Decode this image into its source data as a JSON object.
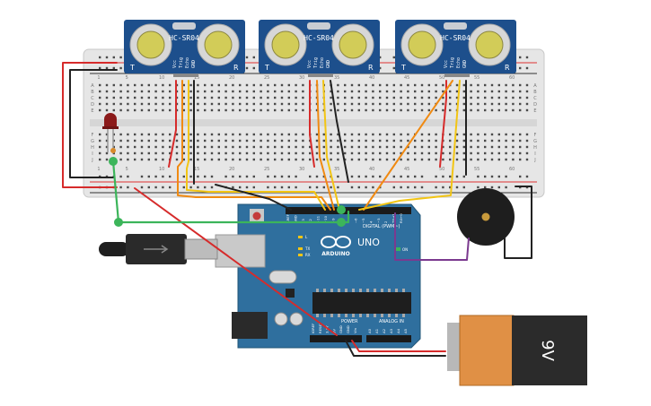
{
  "sensors": [
    {
      "model": "HC-SR04",
      "pins": [
        "Vcc",
        "Trig",
        "Echo",
        "GND"
      ]
    },
    {
      "model": "HC-SR04",
      "pins": [
        "Vcc",
        "Trig",
        "Echo",
        "GND"
      ]
    },
    {
      "model": "HC-SR04",
      "pins": [
        "Vcc",
        "Trig",
        "Echo",
        "GND"
      ]
    }
  ],
  "breadboard": {
    "top_numbers": [
      "1",
      "5",
      "10",
      "15",
      "20",
      "25",
      "30",
      "35",
      "40",
      "45",
      "50",
      "55",
      "60"
    ],
    "bottom_numbers": [
      "1",
      "5",
      "10",
      "15",
      "20",
      "25",
      "30",
      "35",
      "40",
      "45",
      "50",
      "55",
      "60"
    ],
    "row_letters_top": [
      "A",
      "B",
      "C",
      "D",
      "E"
    ],
    "row_letters_bottom": [
      "F",
      "G",
      "H",
      "I",
      "J"
    ]
  },
  "arduino": {
    "brand": "ARDUINO",
    "model": "UNO",
    "digital_label": "DIGITAL (PWM~)",
    "power_label": "POWER",
    "analog_label": "ANALOG IN",
    "on_label": "ON",
    "l_label": "L",
    "tx_label": "TX",
    "rx_label": "RX",
    "analog_pins": [
      "A0",
      "A1",
      "A2",
      "A3",
      "A4",
      "A5"
    ],
    "power_pins": [
      "IOREF",
      "RESET",
      "3.3V",
      "5V",
      "GND",
      "GND",
      "Vin"
    ],
    "digital_pins": [
      "AREF",
      "GND",
      "13",
      "12",
      "~11",
      "~10",
      "~9",
      "8",
      "7",
      "~6",
      "~5",
      "4",
      "~3",
      "2",
      "TX→1",
      "RX←0"
    ]
  },
  "battery": {
    "label": "9V"
  },
  "colors": {
    "red_wire": "#d62b2b",
    "black_wire": "#222222",
    "orange_wire": "#f08a12",
    "yellow_wire": "#f2c514",
    "green_wire": "#3cb55a",
    "purple_wire": "#7b3a8f",
    "board_blue": "#2f6f9e",
    "sensor_blue": "#1d4f8c"
  }
}
